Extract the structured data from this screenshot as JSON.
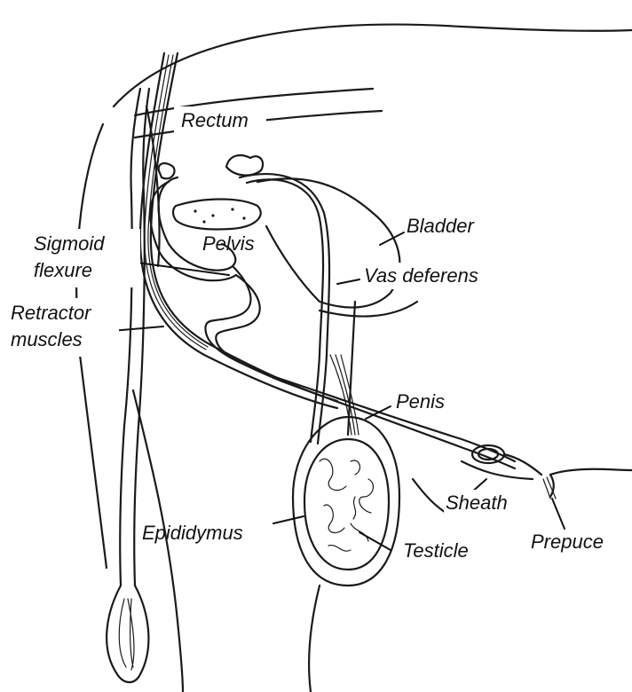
{
  "labels": {
    "rectum": "Rectum",
    "bladder": "Bladder",
    "sigmoid_line1": "Sigmoid",
    "sigmoid_line2": "flexure",
    "pelvis": "Pelvis",
    "vas_deferens": "Vas deferens",
    "retractor_line1": "Retractor",
    "retractor_line2": "muscles",
    "penis": "Penis",
    "sheath": "Sheath",
    "epididymus": "Epididymus",
    "testicle": "Testicle",
    "prepuce": "Prepuce"
  },
  "colors": {
    "line": "#1a1a1a",
    "background": "#ffffff"
  }
}
